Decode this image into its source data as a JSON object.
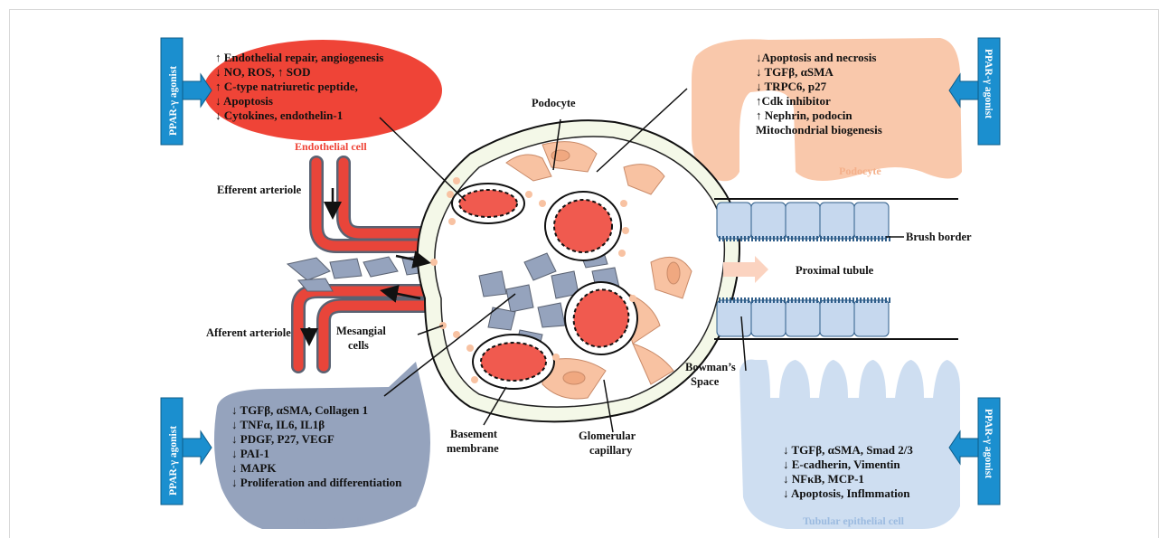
{
  "agonist_label": "PPAR-γ agonist",
  "endothelial": {
    "caption": "Endothelial cell",
    "effects": [
      "↑ Endothelial repair, angiogenesis",
      "↓ NO, ROS, ↑ SOD",
      "↑ C-type natriuretic peptide,",
      "↓ Apoptosis",
      "↓ Cytokines, endothelin-1"
    ]
  },
  "podocyte": {
    "caption": "Podocyte",
    "effects": [
      "↓Apoptosis and necrosis",
      "↓ TGFβ, αSMA",
      "↓ TRPC6,  p27",
      "↑Cdk inhibitor",
      "↑ Nephrin, podocin",
      "Mitochondrial biogenesis"
    ]
  },
  "mesangial": {
    "caption": "Mesangial cells",
    "effects": [
      "↓ TGFβ, αSMA, Collagen 1",
      "↓ TNFα, IL6, IL1β",
      "↓ PDGF, P27, VEGF",
      "↓ PAI-1",
      "↓ MAPK",
      "↓ Proliferation and differentiation"
    ]
  },
  "tubular": {
    "caption": "Tubular epithelial cell",
    "effects": [
      "↓ TGFβ, αSMA, Smad 2/3",
      "↓ E-cadherin, Vimentin",
      "↓ NFκB, MCP-1",
      "↓ Apoptosis, Inflmmation"
    ]
  },
  "labels": {
    "podocyte": "Podocyte",
    "efferent": "Efferent arteriole",
    "afferent": "Afferent arteriole",
    "mesangial_1": "Mesangial",
    "mesangial_2": "cells",
    "brush_border": "Brush border",
    "proximal_tubule": "Proximal tubule",
    "bowman_1": "Bowman’s",
    "bowman_2": "Space",
    "basement_1": "Basement",
    "basement_2": "membrane",
    "glomerular_1": "Glomerular",
    "glomerular_2": "capillary"
  },
  "colors": {
    "endothelial": "#ef4437",
    "podocyte": "#f8c2a2",
    "mesangial": "#95a3bd",
    "tubular": "#c6d8ee",
    "agonist": "#1b8fcf",
    "capillary": "#f05a4f"
  }
}
